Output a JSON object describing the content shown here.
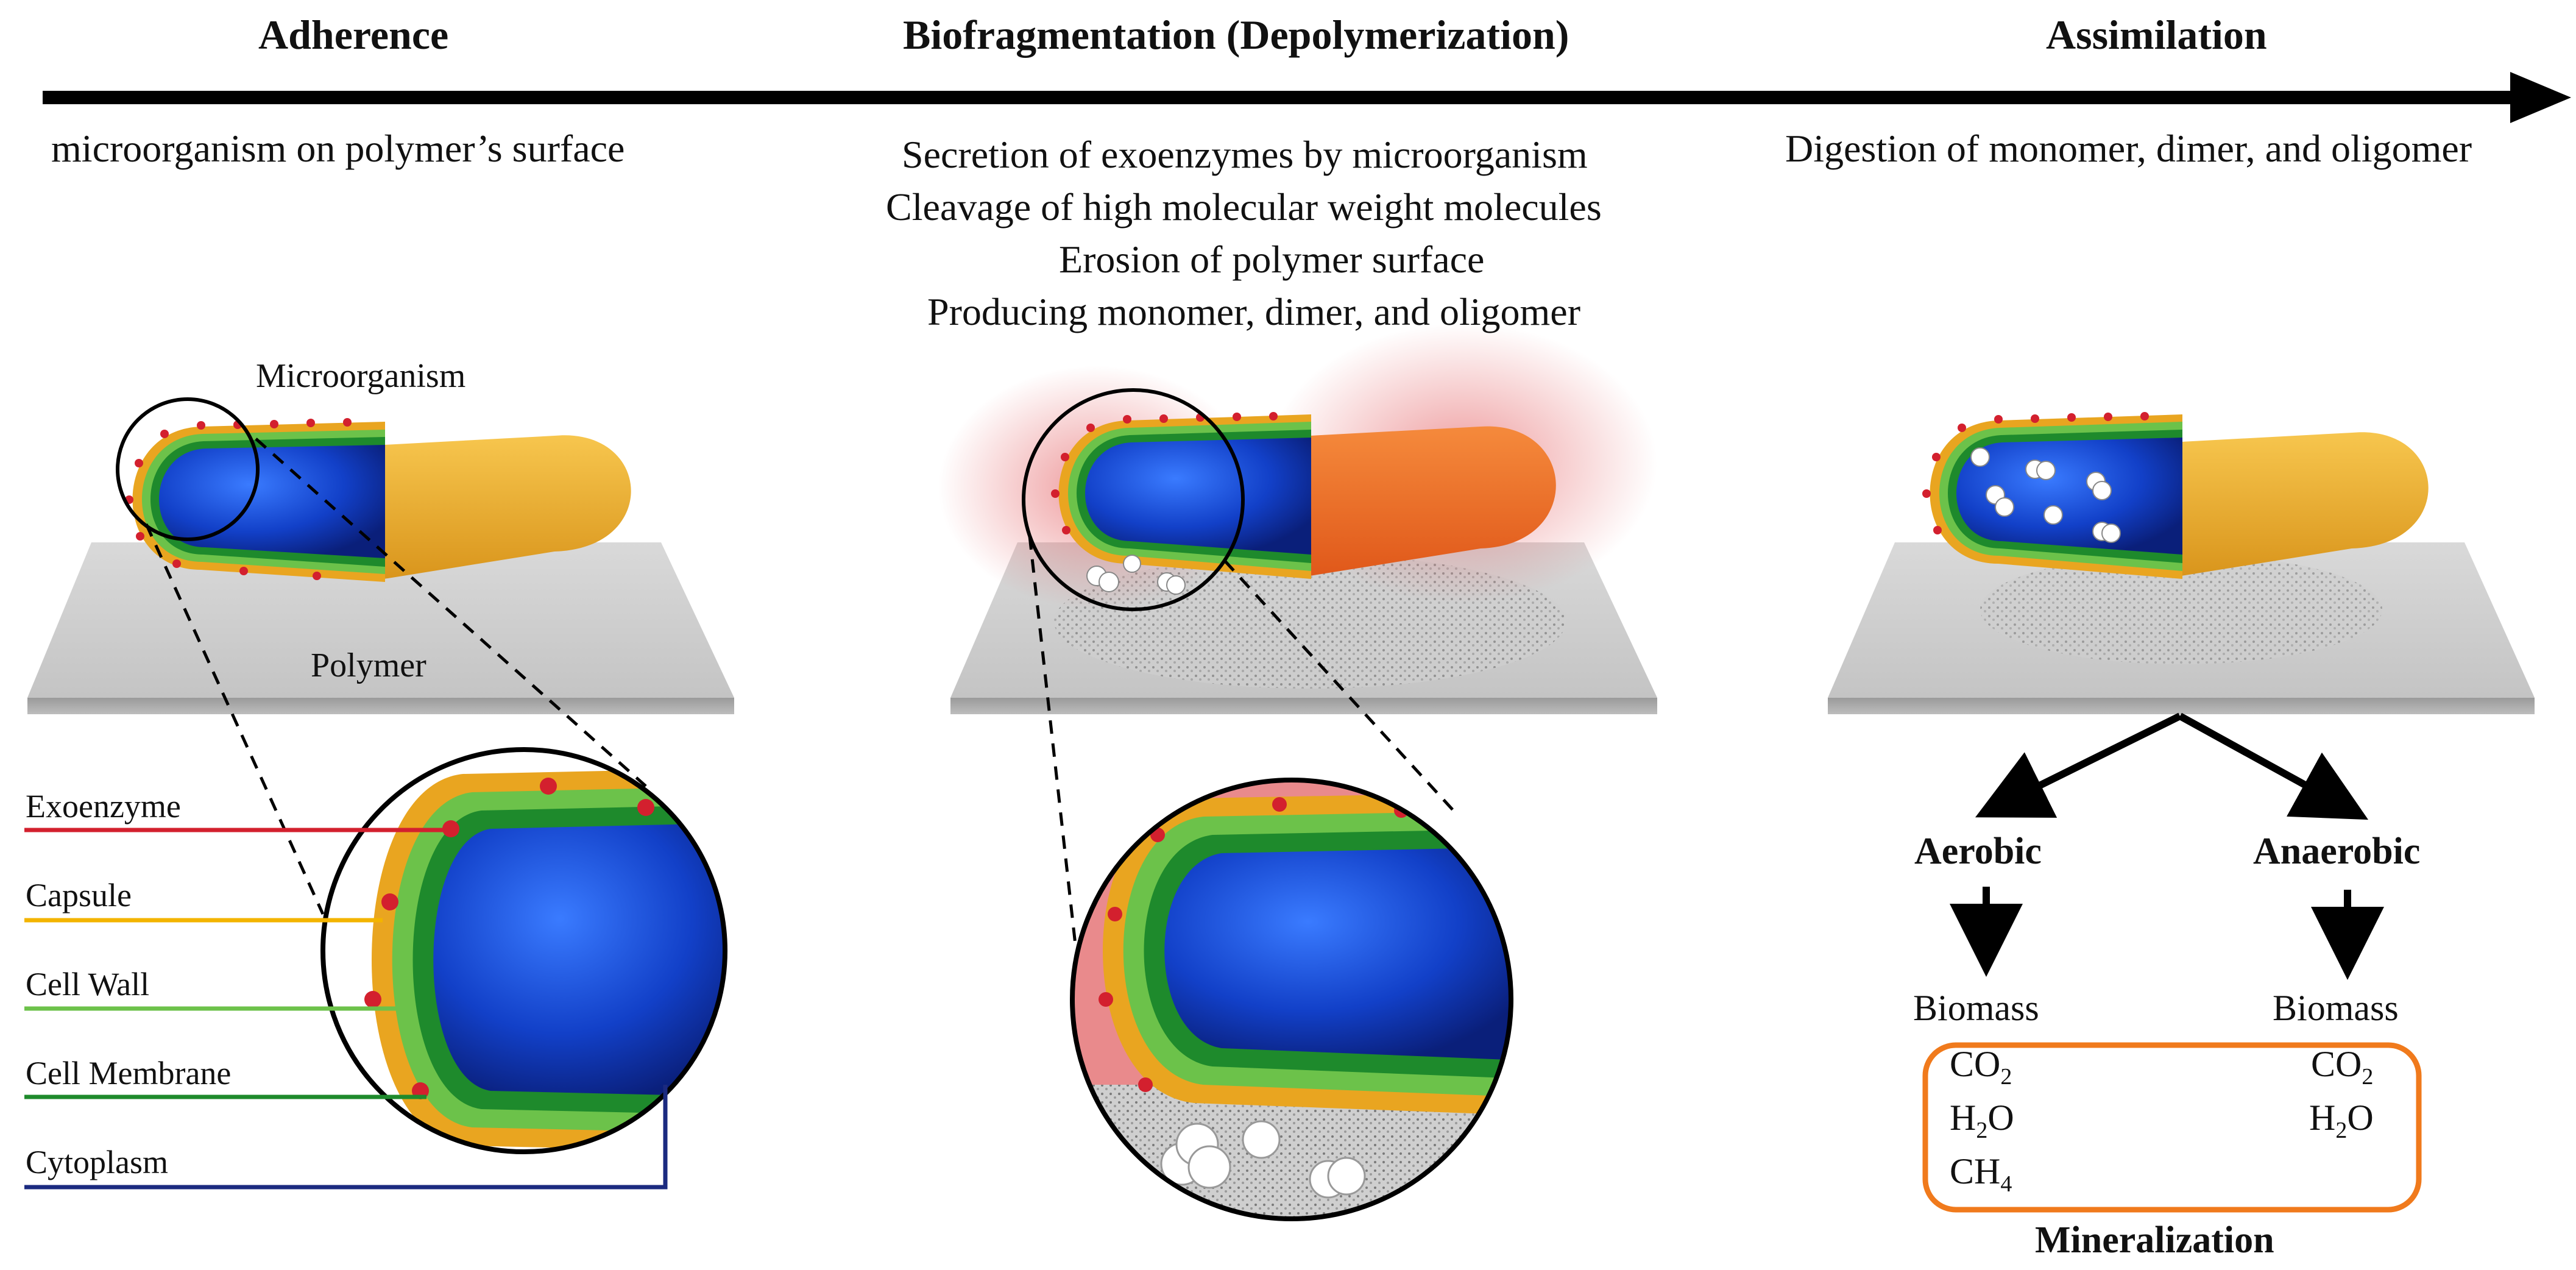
{
  "stages": {
    "adherence": {
      "title": "Adherence",
      "description": [
        "microorganism on polymer’s surface"
      ]
    },
    "biofragmentation": {
      "title": "Biofragmentation (Depolymerization)",
      "description": [
        "Secretion of exoenzymes by microorganism",
        "Cleavage of high molecular weight molecules",
        "Erosion of polymer surface",
        "Producing monomer, dimer, and oligomer"
      ]
    },
    "assimilation": {
      "title": "Assimilation",
      "description": [
        "Digestion of monomer, dimer, and oligomer"
      ]
    }
  },
  "labels": {
    "microorganism": "Microorganism",
    "polymer": "Polymer"
  },
  "legend": [
    {
      "label": "Exoenzyme",
      "color": "#d3202e"
    },
    {
      "label": "Capsule",
      "color": "#f3b400"
    },
    {
      "label": "Cell Wall",
      "color": "#6cc24a"
    },
    {
      "label": "Cell Membrane",
      "color": "#1e8a2c"
    },
    {
      "label": "Cytoplasm",
      "color": "#1b2a80"
    }
  ],
  "pathways": {
    "aerobic": {
      "title": "Aerobic",
      "biomass": "Biomass",
      "products": [
        {
          "base": "CO",
          "sub": "2",
          "tail": ""
        },
        {
          "base": "H",
          "sub": "2",
          "tail": "O"
        },
        {
          "base": "CH",
          "sub": "4",
          "tail": ""
        }
      ]
    },
    "anaerobic": {
      "title": "Anaerobic",
      "biomass": "Biomass",
      "products": [
        {
          "base": "CO",
          "sub": "2",
          "tail": ""
        },
        {
          "base": "H",
          "sub": "2",
          "tail": "O"
        }
      ]
    },
    "mineralization": "Mineralization"
  },
  "colors": {
    "cytoplasm": "#1240c8",
    "membrane": "#1e8a2c",
    "wall": "#6cc24a",
    "capsule": "#e9a520",
    "exoenzyme": "#d3202e",
    "body": "#f2b23a",
    "mineralization_box": "#f07a1c"
  }
}
